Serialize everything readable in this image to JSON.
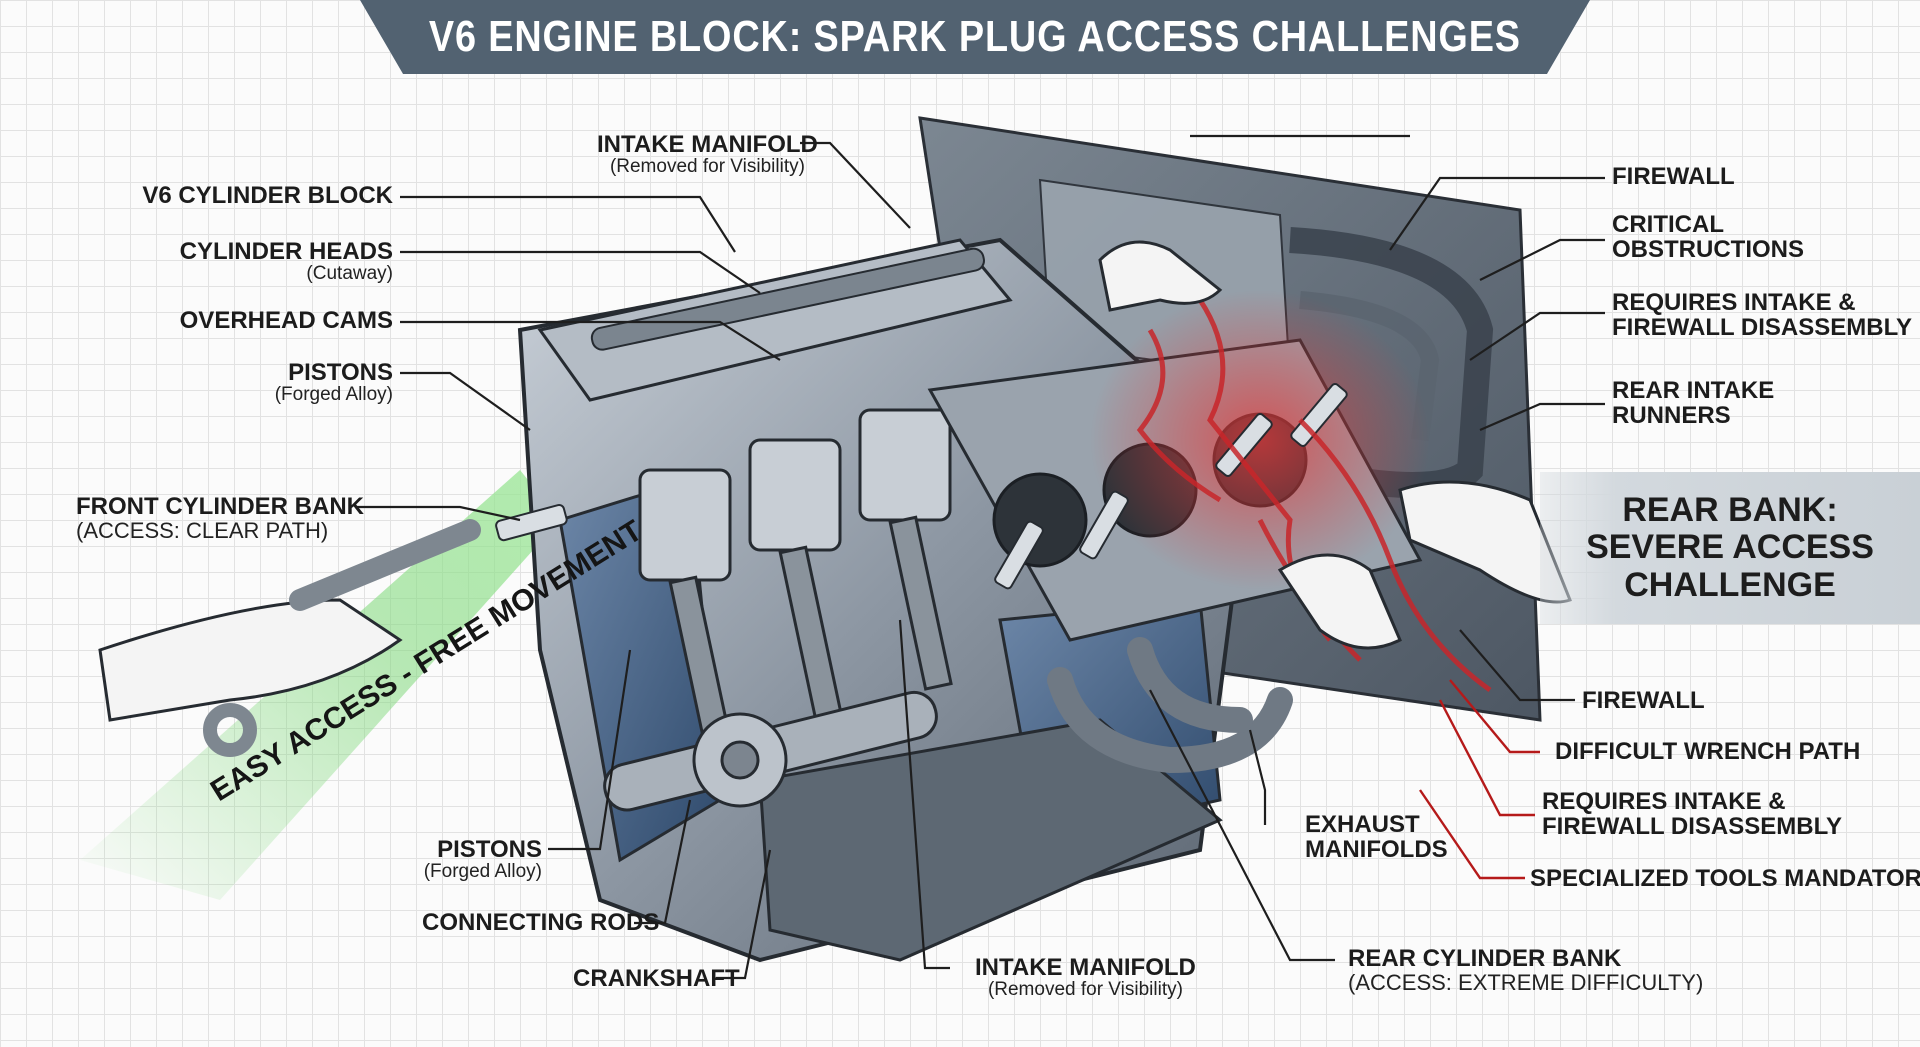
{
  "title": "V6 ENGINE BLOCK: SPARK PLUG ACCESS CHALLENGES",
  "labels_left": {
    "intake_manifold_top": {
      "main": "INTAKE MANIFOLD",
      "sub": "(Removed for Visibility)"
    },
    "v6_cylinder_block": {
      "main": "V6 CYLINDER BLOCK"
    },
    "cylinder_heads": {
      "main": "CYLINDER HEADS",
      "sub": "(Cutaway)"
    },
    "overhead_cams": {
      "main": "OVERHEAD CAMS"
    },
    "pistons_top": {
      "main": "PISTONS",
      "sub": "(Forged Alloy)"
    },
    "front_cylinder_bank": {
      "main": "FRONT CYLINDER BANK",
      "sub": "(ACCESS: CLEAR PATH)"
    }
  },
  "labels_bottom": {
    "pistons_bottom": {
      "main": "PISTONS",
      "sub": "(Forged Alloy)"
    },
    "connecting_rods": {
      "main": "CONNECTING RODS"
    },
    "crankshaft": {
      "main": "CRANKSHAFT"
    },
    "intake_manifold_bottom": {
      "main": "INTAKE MANIFOLD",
      "sub": "(Removed for Visibility)"
    },
    "exhaust_manifolds": {
      "main": "EXHAUST",
      "main2": "MANIFOLDS"
    },
    "rear_cylinder_bank": {
      "main": "REAR CYLINDER BANK",
      "sub": "(ACCESS: EXTREME DIFFICULTY)"
    }
  },
  "labels_right": {
    "firewall_top": {
      "main": "FIREWALL"
    },
    "critical_obstructions": {
      "main": "CRITICAL",
      "main2": "OBSTRUCTIONS"
    },
    "requires_intake_top": {
      "main": "REQUIRES INTAKE &",
      "main2": "FIREWALL DISASSEMBLY"
    },
    "rear_intake_runners": {
      "main": "REAR INTAKE",
      "main2": "RUNNERS"
    },
    "firewall_bottom": {
      "main": "FIREWALL"
    },
    "difficult_wrench_path": {
      "main": "DIFFICULT WRENCH PATH"
    },
    "requires_intake_bottom": {
      "main": "REQUIRES INTAKE &",
      "main2": "FIREWALL DISASSEMBLY"
    },
    "specialized_tools": {
      "main": "SPECIALIZED TOOLS MANDATORY"
    }
  },
  "rear_bank_callout": {
    "line1": "REAR BANK:",
    "line2": "SEVERE ACCESS",
    "line3": "CHALLENGE"
  },
  "easy_access": "EASY ACCESS - FREE MOVEMENT",
  "colors": {
    "banner": "#526271",
    "leader": "#1e1e1e",
    "leader_red": "#b51a1a",
    "engine_steel": "#8d97a3",
    "engine_blue": "#3f5e85",
    "heat_red": "#d93a3a",
    "green_path": "#7fd87a"
  }
}
